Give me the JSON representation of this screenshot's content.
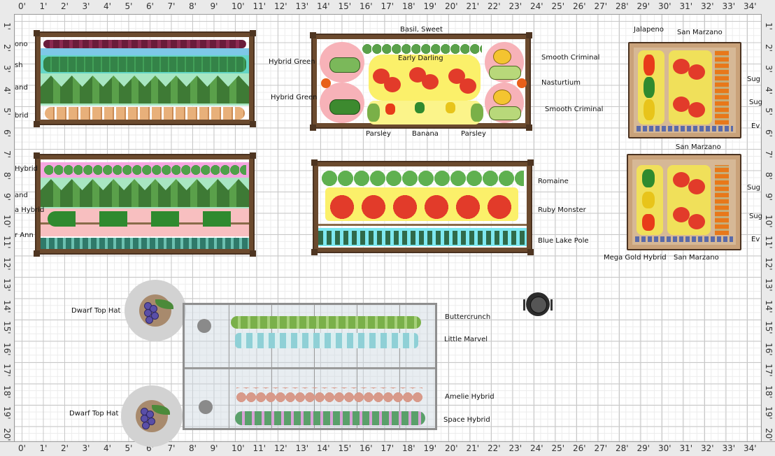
{
  "ruler": {
    "top": [
      "0'",
      "1'",
      "2'",
      "3'",
      "4'",
      "5'",
      "6'",
      "7'",
      "8'",
      "9'",
      "10'",
      "11'",
      "12'",
      "13'",
      "14'",
      "15'",
      "16'",
      "17'",
      "18'",
      "19'",
      "20'",
      "21'",
      "22'",
      "23'",
      "24'",
      "25'",
      "26'",
      "27'",
      "28'",
      "29'",
      "30'",
      "31'",
      "32'",
      "33'",
      "34'"
    ],
    "side": [
      "1'",
      "2'",
      "3'",
      "4'",
      "5'",
      "6'",
      "7'",
      "8'",
      "9'",
      "10'",
      "11'",
      "12'",
      "13'",
      "14'",
      "15'",
      "16'",
      "17'",
      "18'",
      "19'",
      "20'"
    ]
  },
  "beds": {
    "bed1": {
      "labels": [
        "ono",
        "sh",
        "and",
        "brid"
      ]
    },
    "bed2": {
      "labels": [
        "Hybrid",
        "and",
        "a Hybrid",
        "r Ann"
      ]
    },
    "bed3": {
      "top": "Basil, Sweet",
      "center": "Early Darling",
      "left": [
        "Hybrid Green",
        "Hybrid Green"
      ],
      "right": [
        "Smooth Criminal",
        "Nasturtium",
        "Smooth Criminal"
      ],
      "bottom": [
        "Parsley",
        "Banana",
        "Parsley"
      ]
    },
    "bed4": {
      "right": [
        "Romaine",
        "Ruby Monster",
        "Blue Lake Pole"
      ]
    },
    "bed5": {
      "top": [
        "Jalapeno",
        "San Marzano"
      ],
      "right": [
        "Sug",
        "Sug",
        "Ev"
      ]
    },
    "bed6": {
      "top": "San Marzano",
      "bottom": [
        "Mega Gold Hybrid",
        "San Marzano"
      ],
      "right": [
        "Sug",
        "Sug",
        "Ev"
      ]
    }
  },
  "greenhouse": {
    "rows": [
      "Buttercrunch",
      "Little Marvel",
      "Amelie Hybrid",
      "Space Hybrid"
    ]
  },
  "trees": [
    "Dwarf Top Hat",
    "Dwarf Top Hat"
  ]
}
